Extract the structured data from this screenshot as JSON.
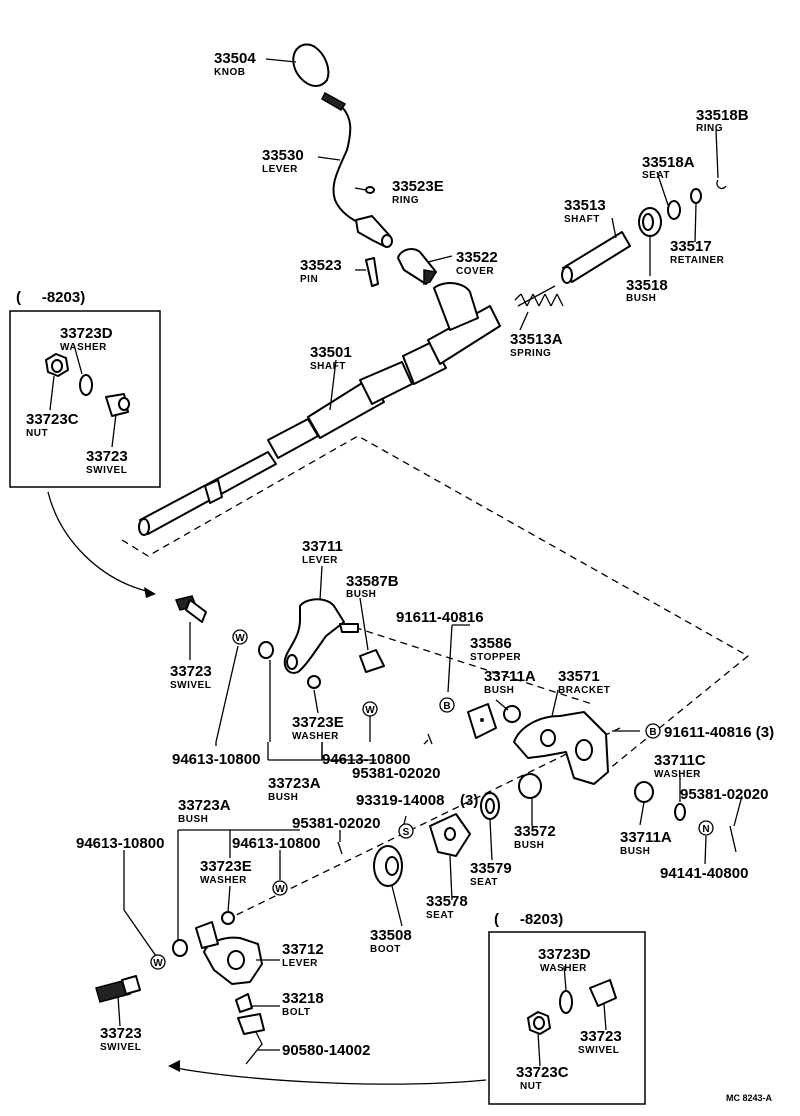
{
  "labels": [
    {
      "id": "l01",
      "number": "33504",
      "name": "KNOB"
    },
    {
      "id": "l02",
      "number": "33530",
      "name": "LEVER"
    },
    {
      "id": "l03",
      "number": "33523E",
      "name": "RING"
    },
    {
      "id": "l04",
      "number": "33523",
      "name": "PIN"
    },
    {
      "id": "l05",
      "number": "33522",
      "name": "COVER"
    },
    {
      "id": "l06",
      "number": "33518B",
      "name": "RING"
    },
    {
      "id": "l07",
      "number": "33518A",
      "name": "SEAT"
    },
    {
      "id": "l08",
      "number": "33513",
      "name": "SHAFT"
    },
    {
      "id": "l09",
      "number": "33517",
      "name": "RETAINER"
    },
    {
      "id": "l10",
      "number": "33518",
      "name": "BUSH"
    },
    {
      "id": "l11",
      "number": "33513A",
      "name": "SPRING"
    },
    {
      "id": "l12",
      "number": "33501",
      "name": "SHAFT"
    },
    {
      "id": "l13",
      "number": "33723D",
      "name": "WASHER"
    },
    {
      "id": "l14",
      "number": "33723C",
      "name": "NUT"
    },
    {
      "id": "l15",
      "number": "33723",
      "name": "SWIVEL"
    },
    {
      "id": "l16",
      "number": "33711",
      "name": "LEVER"
    },
    {
      "id": "l17",
      "number": "33587B",
      "name": "BUSH"
    },
    {
      "id": "l18",
      "number": "33723",
      "name": "SWIVEL"
    },
    {
      "id": "l19",
      "number": "33723E",
      "name": "WASHER"
    },
    {
      "id": "l20",
      "number": "33723A",
      "name": "BUSH"
    },
    {
      "id": "l21",
      "number": "33586",
      "name": "STOPPER"
    },
    {
      "id": "l22",
      "number": "33711A",
      "name": "BUSH"
    },
    {
      "id": "l23",
      "number": "33571",
      "name": "BRACKET"
    },
    {
      "id": "l24",
      "number": "33711C",
      "name": "WASHER"
    },
    {
      "id": "l25",
      "number": "33711A",
      "name": "BUSH"
    },
    {
      "id": "l26",
      "number": "33572",
      "name": "BUSH"
    },
    {
      "id": "l27",
      "number": "33579",
      "name": "SEAT"
    },
    {
      "id": "l28",
      "number": "33578",
      "name": "SEAT"
    },
    {
      "id": "l29",
      "number": "33508",
      "name": "BOOT"
    },
    {
      "id": "l30",
      "number": "33723A",
      "name": "BUSH"
    },
    {
      "id": "l31",
      "number": "33723E",
      "name": "WASHER"
    },
    {
      "id": "l32",
      "number": "33712",
      "name": "LEVER"
    },
    {
      "id": "l33",
      "number": "33218",
      "name": "BOLT"
    },
    {
      "id": "l34",
      "number": "33723",
      "name": "SWIVEL"
    },
    {
      "id": "l35",
      "number": "33723D",
      "name": "WASHER"
    },
    {
      "id": "l36",
      "number": "33723",
      "name": "SWIVEL"
    },
    {
      "id": "l37",
      "number": "33723C",
      "name": "NUT"
    }
  ],
  "std_parts": [
    {
      "id": "s01",
      "text": "91611-40816"
    },
    {
      "id": "s02",
      "text": "91611-40816 (3)"
    },
    {
      "id": "s03",
      "text": "94613-10800"
    },
    {
      "id": "s04",
      "text": "94613-10800"
    },
    {
      "id": "s05",
      "text": "95381-02020"
    },
    {
      "id": "s06",
      "text": "93319-14008"
    },
    {
      "id": "s07",
      "text": "(3)"
    },
    {
      "id": "s08",
      "text": "95381-02020"
    },
    {
      "id": "s09",
      "text": "94141-40800"
    },
    {
      "id": "s10",
      "text": "95381-02020"
    },
    {
      "id": "s11",
      "text": "94613-10800"
    },
    {
      "id": "s12",
      "text": "94613-10800"
    },
    {
      "id": "s13",
      "text": "90580-14002"
    }
  ],
  "insets": [
    {
      "id": "i1",
      "range": "(     -8203)"
    },
    {
      "id": "i2",
      "range": "(     -8203)"
    }
  ],
  "symbols": {
    "w": "W",
    "b": "B",
    "s": "S",
    "n": "N"
  },
  "diagram_code": "MC 8243-A"
}
